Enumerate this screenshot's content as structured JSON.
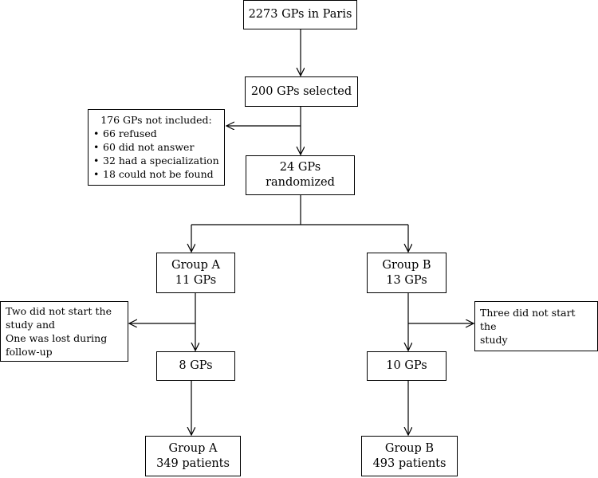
{
  "colors": {
    "line": "#000000",
    "box_border": "#000000",
    "background": "#ffffff"
  },
  "nodes": {
    "total": "2273 GPs in Paris",
    "selected": "200 GPs selected",
    "randomized": {
      "line1": "24 GPs",
      "line2": "randomized"
    },
    "group_a": {
      "line1": "Group A",
      "line2": "11 GPs"
    },
    "group_b": {
      "line1": "Group B",
      "line2": "13 GPs"
    },
    "gps_a": "8 GPs",
    "gps_b": "10 GPs",
    "patients_a": {
      "line1": "Group A",
      "line2": "349 patients"
    },
    "patients_b": {
      "line1": "Group B",
      "line2": "493 patients"
    }
  },
  "exclusions": {
    "not_included": {
      "title": "176 GPs not included:",
      "items": [
        "66 refused",
        "60 did not answer",
        "32 had a specialization",
        "18 could not be found"
      ]
    },
    "group_a_dropout": {
      "lines": [
        "Two did not start the",
        "study and",
        "One was lost during",
        "follow-up"
      ]
    },
    "group_b_dropout": {
      "lines": [
        "Three did not start the",
        "study"
      ]
    }
  }
}
